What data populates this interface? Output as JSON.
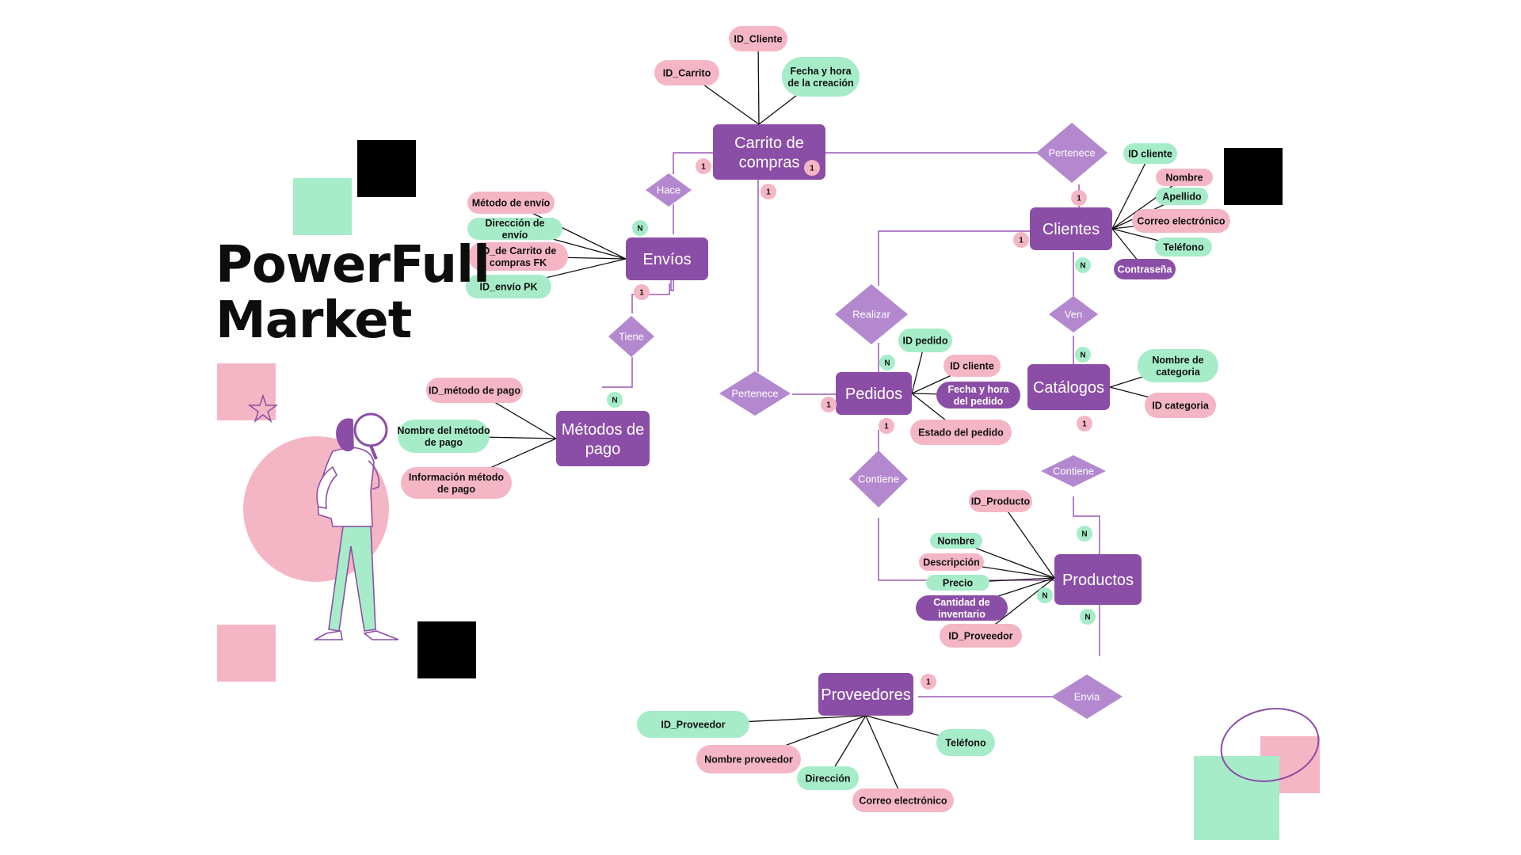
{
  "title": {
    "line1": "PowerFull",
    "line2": "Market"
  },
  "colors": {
    "entity": "#8b4ea6",
    "relation": "#b388cf",
    "attr_green": "#a6ecc9",
    "attr_pink": "#f4b6c5",
    "attr_purple": "#8b4ea6",
    "line": "#9b59b6"
  },
  "entities": {
    "carrito": "Carrito de compras",
    "envios": "Envíos",
    "metodos": "Métodos de pago",
    "clientes": "Clientes",
    "pedidos": "Pedidos",
    "catalogos": "Catálogos",
    "productos": "Productos",
    "proveedores": "Proveedores"
  },
  "relations": {
    "hace": "Hace",
    "tiene": "Tiene",
    "pertenece1": "Pertenece",
    "pertenece2": "Pertenece",
    "realizar": "Realizar",
    "ven": "Ven",
    "contiene1": "Contiene",
    "contiene2": "Contiene",
    "envia": "Envia"
  },
  "attributes": {
    "carrito": [
      "ID_Cliente",
      "ID_Carrito",
      "Fecha y hora de la creación"
    ],
    "envios": [
      "Método de envío",
      "Dirección de envío",
      "ID_de Carrito de compras  FK",
      "ID_envío PK"
    ],
    "metodos": [
      "ID_método de pago",
      "Nombre del método de pago",
      "Información método de pago"
    ],
    "clientes": [
      "ID cliente",
      "Nombre",
      "Apellido",
      "Correo electrónico",
      "Teléfono",
      "Contraseña"
    ],
    "pedidos": [
      "ID pedido",
      "ID cliente",
      "Fecha y hora del pedido",
      "Estado del pedido"
    ],
    "catalogos": [
      "Nombre de categoria",
      "ID categoria"
    ],
    "productos": [
      "ID_Producto",
      "Nombre",
      "Descripción",
      "Precio",
      "Cantidad de inventario",
      "ID_Proveedor"
    ],
    "proveedores": [
      "ID_Proveedor",
      "Nombre proveedor",
      "Dirección",
      "Correo electrónico",
      "Teléfono"
    ]
  },
  "cardinalities": {
    "one": "1",
    "many": "N"
  }
}
